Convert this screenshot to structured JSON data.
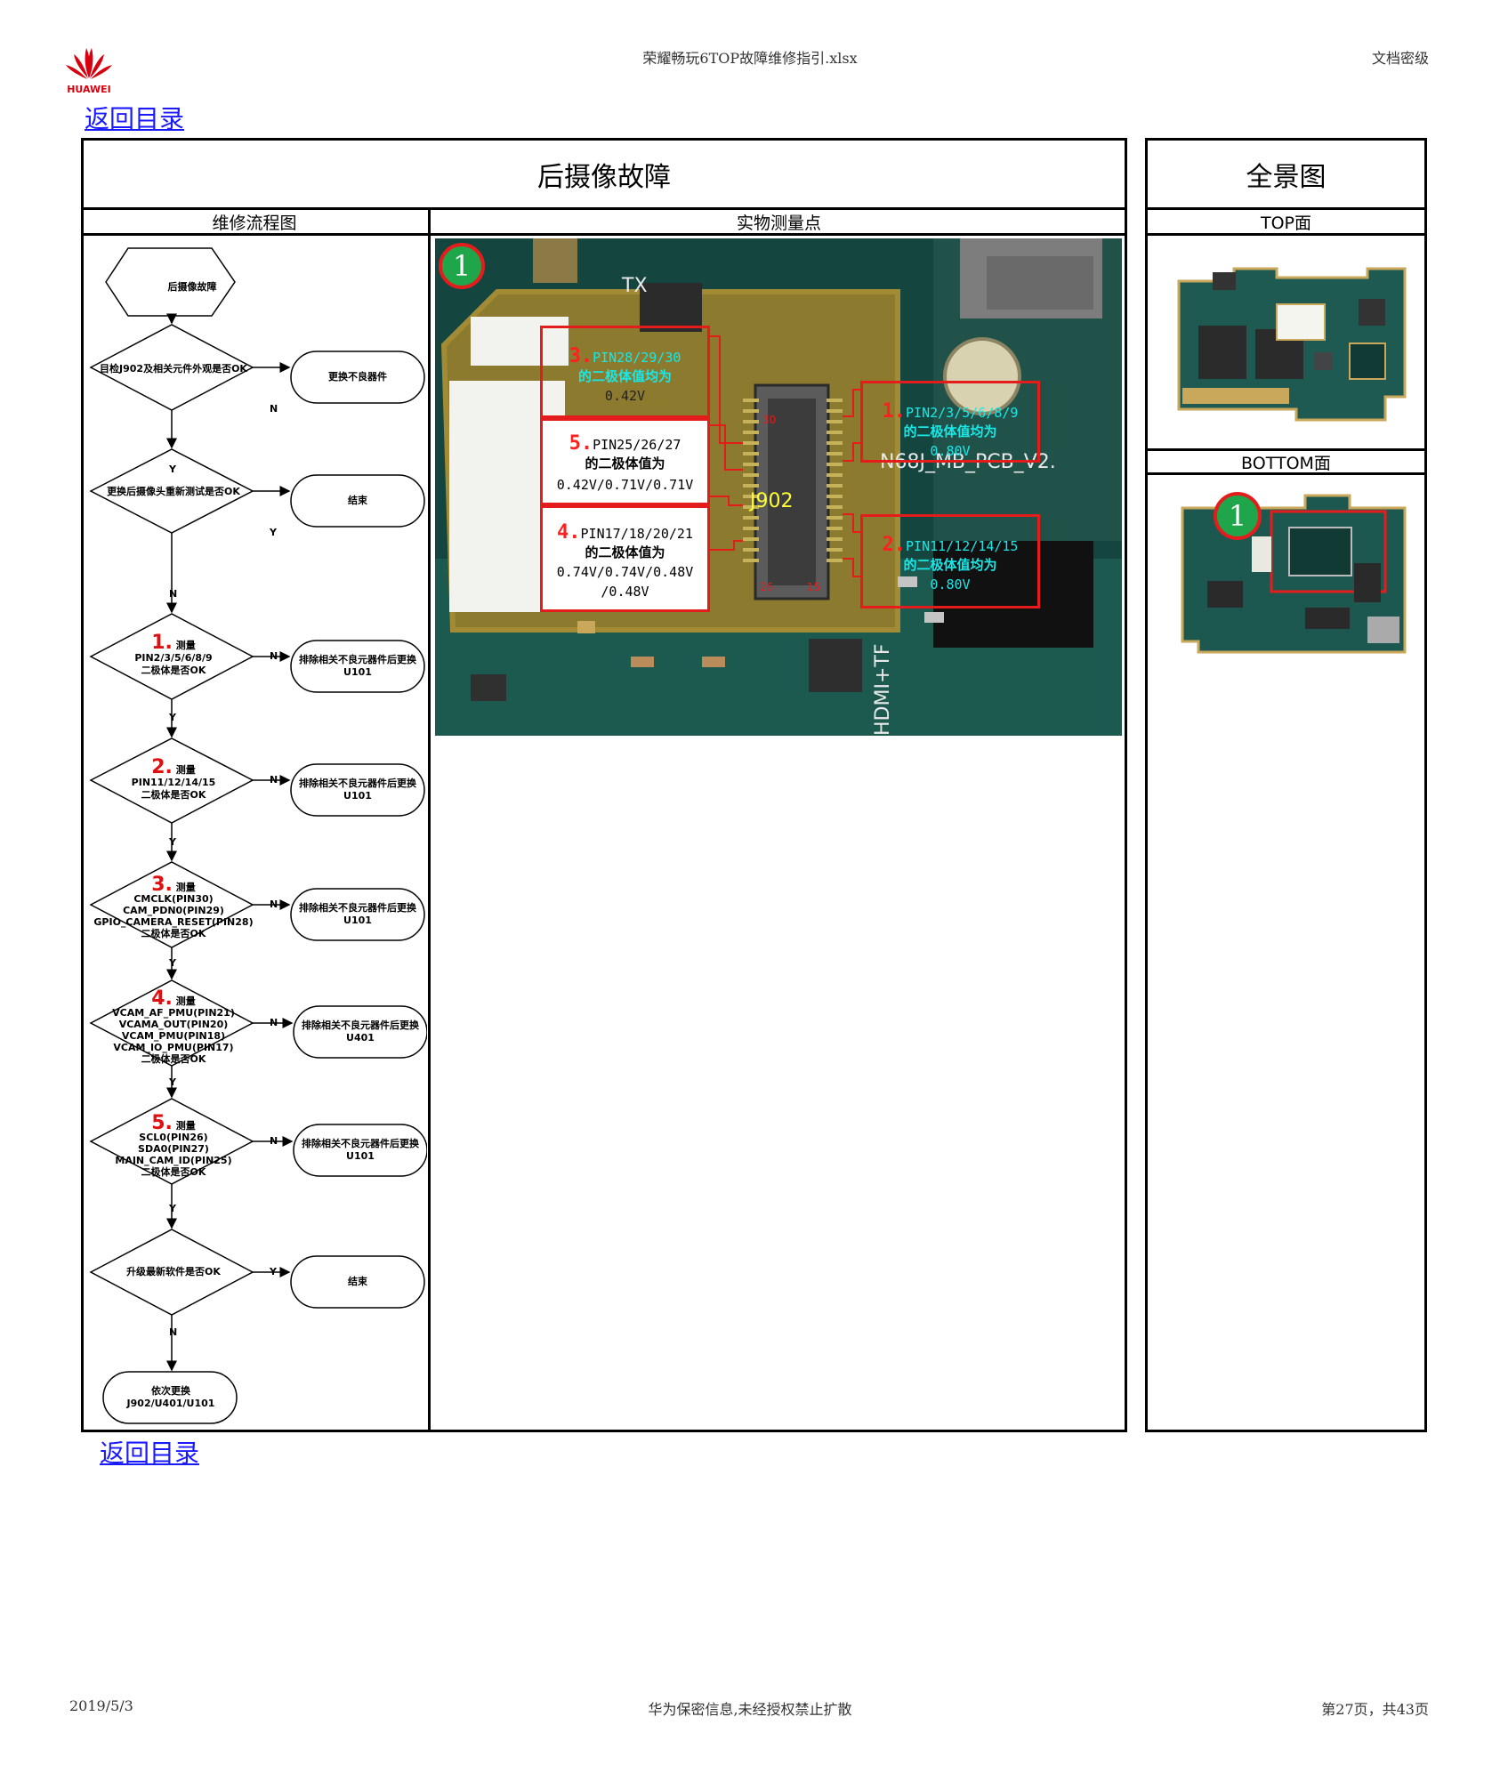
{
  "header": {
    "logo_text": "HUAWEI",
    "file_name": "荣耀畅玩6TOP故障维修指引.xlsx",
    "security": "文档密级"
  },
  "nav": {
    "back_top": "返回目录",
    "back_bottom": "返回目录"
  },
  "table": {
    "main_title": "后摄像故障",
    "panorama_title": "全景图",
    "flow_header": "维修流程图",
    "measure_header": "实物测量点",
    "top_side": "TOP面",
    "bottom_side": "BOTTOM面"
  },
  "flowchart": {
    "start": "后摄像故障",
    "check1": "目检J902及相关元件外观是否OK",
    "action1": "更换不良器件",
    "check2": "更换后摄像头重新测试是否OK",
    "end1": "结束",
    "step1": {
      "no": "1.",
      "text1": "测量",
      "text2": "PIN2/3/5/6/8/9",
      "text3": "二极体是否OK"
    },
    "step2": {
      "no": "2.",
      "text1": "测量",
      "text2": "PIN11/12/14/15",
      "text3": "二极体是否OK"
    },
    "step3": {
      "no": "3.",
      "text1": "测量",
      "text2": "CMCLK(PIN30)",
      "text3": "CAM_PDN0(PIN29)",
      "text4": "GPIO_CAMERA_RESET(PIN28)",
      "text5": "二极体是否OK"
    },
    "step4": {
      "no": "4.",
      "text1": "测量",
      "text2": "VCAM_AF_PMU(PIN21)",
      "text3": "VCAMA_OUT(PIN20)",
      "text4": "VCAM_PMU(PIN18)",
      "text5": "VCAM_IO_PMU(PIN17)",
      "text6": "二极体是否OK"
    },
    "step5": {
      "no": "5.",
      "text1": "测量",
      "text2": "SCL0(PIN26)",
      "text3": "SDA0(PIN27)",
      "text4": "MAIN_CAM_ID(PIN25)",
      "text5": "二极体是否OK"
    },
    "action_u101": "排除相关不良元器件后更换U101",
    "action_u401": "排除相关不良元器件后更换U401",
    "check_sw": "升级最新软件是否OK",
    "end2": "结束",
    "final": "依次更换J902/U401/U101",
    "yes": "Y",
    "no": "N"
  },
  "measure": {
    "circle": "1",
    "connector": "J902",
    "pin30": "30",
    "pin26": "26",
    "pin15": "15",
    "box3": {
      "no": "3.",
      "pins": "PIN28/29/30",
      "desc": "的二极体值均为",
      "value": "0.42V"
    },
    "box5": {
      "no": "5.",
      "pins": "PIN25/26/27",
      "desc": "的二极体值为",
      "value": "0.42V/0.71V/0.71V"
    },
    "box4": {
      "no": "4.",
      "pins": "PIN17/18/20/21",
      "desc": "的二极体值为",
      "value": "0.74V/0.74V/0.48V",
      "value2": "/0.48V"
    },
    "box1": {
      "no": "1.",
      "pins": "PIN2/3/5/6/8/9",
      "desc": "的二极体值均为",
      "value": "0.80V"
    },
    "box2": {
      "no": "2.",
      "pins": "PIN11/12/14/15",
      "desc": "的二极体值均为",
      "value": "0.80V"
    },
    "silk_tx": "TX",
    "silk_pcb": "N68J_MB_PCB_V2.",
    "silk_hdmi": "HDMI+TF"
  },
  "panorama": {
    "circle": "1"
  },
  "footer": {
    "date": "2019/5/3",
    "confidential": "华为保密信息,未经授权禁止扩散",
    "page": "第27页，共43页"
  }
}
